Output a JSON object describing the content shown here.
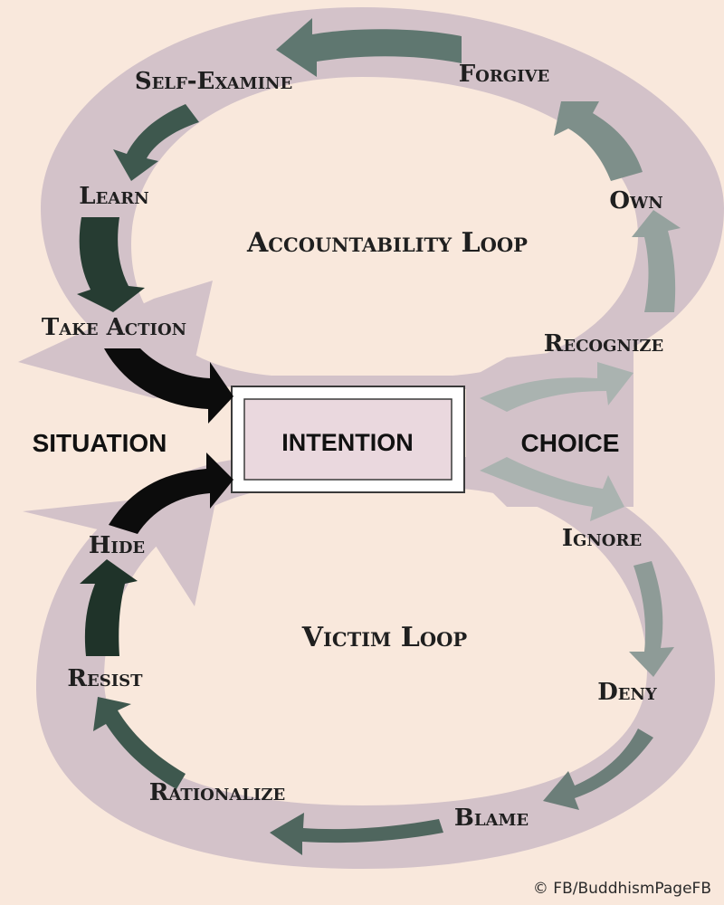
{
  "loops": {
    "accountability": "Accountability Loop",
    "victim": "Victim Loop"
  },
  "center": {
    "intention": "INTENTION",
    "situation": "SITUATION",
    "choice": "CHOICE"
  },
  "steps": {
    "forgive": "Forgive",
    "self_examine": "Self-Examine",
    "learn": "Learn",
    "take_action": "Take Action",
    "own": "Own",
    "recognize": "Recognize",
    "ignore": "Ignore",
    "deny": "Deny",
    "blame": "Blame",
    "rationalize": "Rationalize",
    "resist": "Resist",
    "hide": "Hide"
  },
  "credit": "© FB/BuddhismPageFB",
  "colors": {
    "background": "#f9e8dc",
    "loop_band": "#d3c2c9",
    "dark_green_arrow": "#2f4a3f",
    "grey_arrow": "#8e9b97",
    "black_arrow": "#0c0c0c"
  }
}
